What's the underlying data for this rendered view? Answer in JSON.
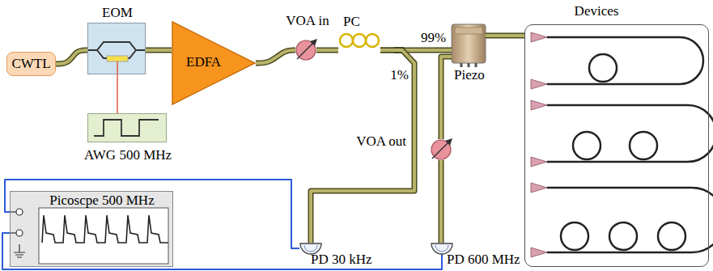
{
  "diagram": {
    "nodes": [
      {
        "text": [
          "CWTL"
        ]
      },
      {
        "text": [
          "EOM"
        ]
      },
      {
        "text": [
          "AWG 500 MHz"
        ]
      },
      {
        "text": [
          "EDFA"
        ]
      },
      {
        "text": [
          "VOA in"
        ]
      },
      {
        "text": [
          "PC"
        ]
      },
      {
        "text": [
          "Piezo"
        ]
      },
      {
        "text": [
          "Devices"
        ]
      },
      {
        "text": [
          "PD 30 kHz"
        ]
      },
      {
        "text": [
          "VOA out"
        ]
      },
      {
        "text": [
          "PD 600 MHz"
        ]
      },
      {
        "text": [
          "Picoscpe 500 MHz"
        ]
      }
    ],
    "edges": [
      {
        "from": 0,
        "to": 1,
        "arrow": "none"
      },
      {
        "from": 2,
        "to": 1,
        "arrow": "none"
      },
      {
        "from": 1,
        "to": 3,
        "arrow": "none"
      },
      {
        "from": 3,
        "to": 4,
        "arrow": "none"
      },
      {
        "from": 4,
        "to": 5,
        "arrow": "none"
      },
      {
        "from": 5,
        "to": 6,
        "label": "99%",
        "arrow": "none"
      },
      {
        "from": 5,
        "to": 8,
        "label": "1%",
        "arrow": "none"
      },
      {
        "from": 6,
        "to": 7,
        "arrow": "none"
      },
      {
        "from": 6,
        "to": 9,
        "arrow": "none"
      },
      {
        "from": 9,
        "to": 10,
        "arrow": "none"
      },
      {
        "from": 8,
        "to": 11,
        "arrow": "none"
      },
      {
        "from": 10,
        "to": 11,
        "arrow": "none"
      }
    ]
  }
}
